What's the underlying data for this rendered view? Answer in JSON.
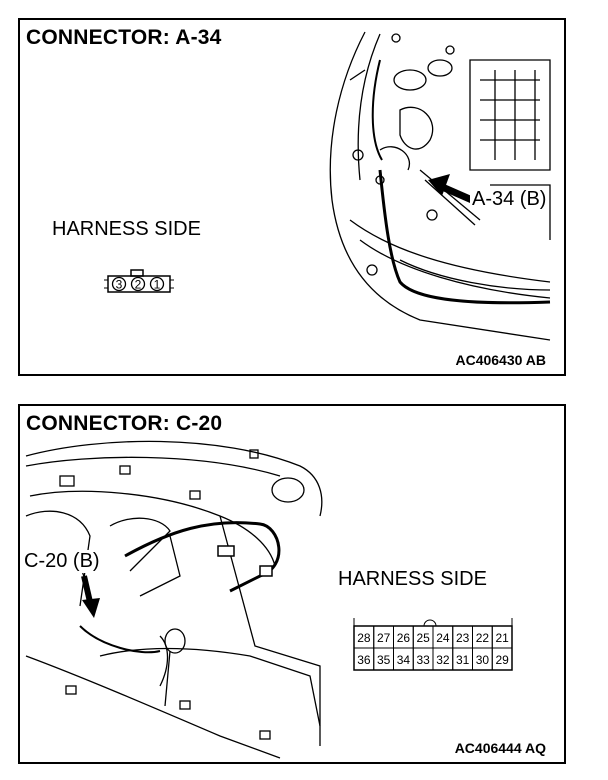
{
  "panels": [
    {
      "title": "CONNECTOR: A-34",
      "harness_label": "HARNESS SIDE",
      "callout": "A-34 (B)",
      "code": "AC406430 AB",
      "pins": [
        "3",
        "2",
        "1"
      ]
    },
    {
      "title": "CONNECTOR: C-20",
      "harness_label": "HARNESS SIDE",
      "callout": "C-20 (B)",
      "code": "AC406444 AQ",
      "pins_top": [
        "28",
        "27",
        "26",
        "25",
        "24",
        "23",
        "22",
        "21"
      ],
      "pins_bottom": [
        "36",
        "35",
        "34",
        "33",
        "32",
        "31",
        "30",
        "29"
      ]
    }
  ]
}
